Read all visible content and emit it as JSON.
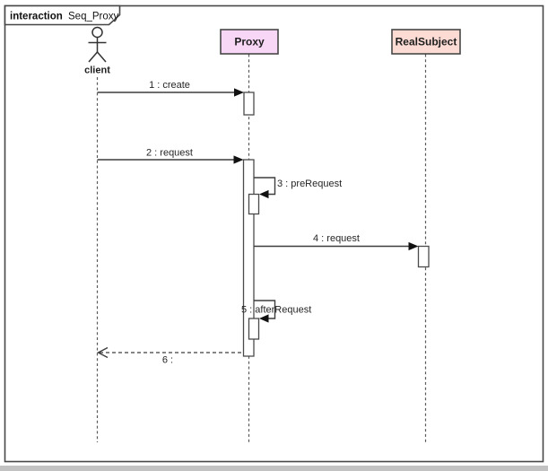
{
  "frame": {
    "keyword": "interaction",
    "name": "Seq_Proxy"
  },
  "lifelines": {
    "client": {
      "label": "client",
      "type": "actor"
    },
    "proxy": {
      "label": "Proxy",
      "type": "object",
      "fill": "#f8d6f6",
      "border": "#474747"
    },
    "realsubject": {
      "label": "RealSubject",
      "type": "object",
      "fill": "#fbdbd3",
      "border": "#474747"
    }
  },
  "messages": {
    "m1": {
      "label": "1 : create",
      "from": "client",
      "to": "proxy",
      "kind": "sync"
    },
    "m2": {
      "label": "2 : request",
      "from": "client",
      "to": "proxy",
      "kind": "sync"
    },
    "m3": {
      "label": "3 : preRequest",
      "from": "proxy",
      "to": "proxy",
      "kind": "self"
    },
    "m4": {
      "label": "4 : request",
      "from": "proxy",
      "to": "realsubject",
      "kind": "sync"
    },
    "m5": {
      "label": "5 : afterRequest",
      "from": "proxy",
      "to": "proxy",
      "kind": "self"
    },
    "m6": {
      "label": "6 :",
      "from": "proxy",
      "to": "client",
      "kind": "return"
    }
  },
  "colors": {
    "frame_border": "#474747",
    "message_line": "#3d3d3d",
    "lifeline": "#5a5a5a",
    "text": "#262626",
    "proxy_fill": "#f8d6f6",
    "realsubject_fill": "#fbdbd3",
    "activation_fill": "#ffffff",
    "bottom_edge": "#c2c2c2"
  }
}
